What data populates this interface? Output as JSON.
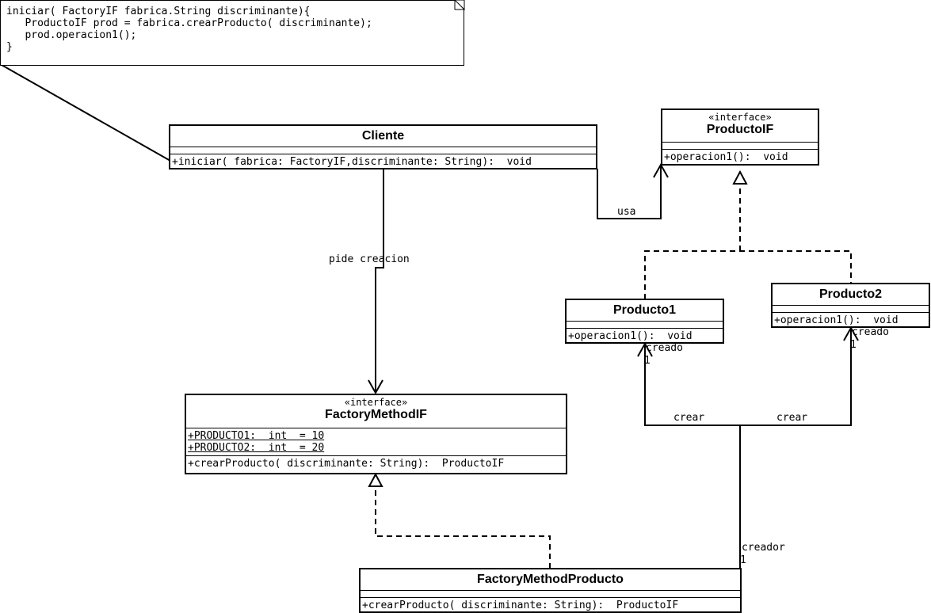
{
  "note": {
    "code_lines": [
      "iniciar( FactoryIF fabrica.String discriminante){",
      "   ProductoIF prod = fabrica.crearProducto( discriminante);",
      "   prod.operacion1();",
      "}"
    ]
  },
  "classes": {
    "cliente": {
      "name": "Cliente",
      "operations": [
        "+iniciar( fabrica: FactoryIF,discriminante: String):  void"
      ]
    },
    "producto_if": {
      "stereotype": "«interface»",
      "name": "ProductoIF",
      "operations": [
        "+operacion1():  void"
      ]
    },
    "producto1": {
      "name": "Producto1",
      "operations": [
        "+operacion1():  void"
      ]
    },
    "producto2": {
      "name": "Producto2",
      "operations": [
        "+operacion1():  void"
      ]
    },
    "factory_method_if": {
      "stereotype": "«interface»",
      "name": "FactoryMethodIF",
      "attributes": [
        "+PRODUCTO1:  int  = 10",
        "+PRODUCTO2:  int  = 20"
      ],
      "operations": [
        "+crearProducto( discriminante: String):  ProductoIF"
      ]
    },
    "factory_method_producto": {
      "name": "FactoryMethodProducto",
      "operations": [
        "+crearProducto( discriminante: String):  ProductoIF"
      ]
    }
  },
  "associations": {
    "usa": "usa",
    "pide_creacion": "pide creacion",
    "crear_1": "crear",
    "crear_2": "crear",
    "creado_1": "creado",
    "creado_1_mult": "1",
    "creado_2": "creado",
    "creado_2_mult": "1",
    "creador": "creador",
    "creador_mult": "1"
  }
}
